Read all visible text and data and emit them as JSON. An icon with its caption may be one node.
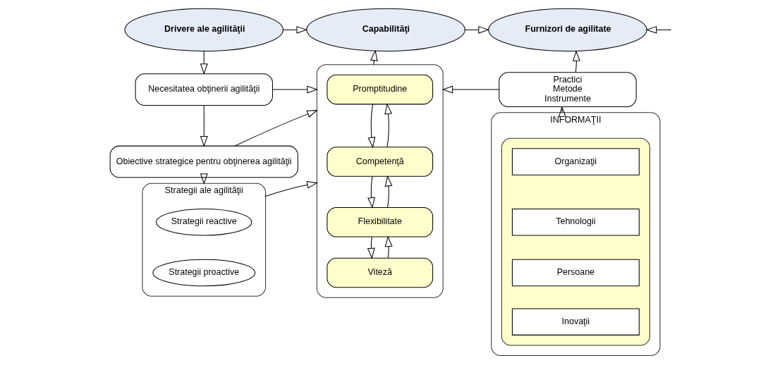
{
  "diagram": {
    "nodes": [
      {
        "text": [
          "Drivere ale agilităţii"
        ]
      },
      {
        "text": [
          "Capabilităţi"
        ]
      },
      {
        "text": [
          "Furnizori de agilitate"
        ]
      },
      {
        "text": [
          "Necesitatea obţinerii agilităţii"
        ]
      },
      {
        "text": [
          "Obiective strategice pentru obţinerea agilităţii"
        ]
      },
      {
        "text": [
          "Strategii ale agilităţii"
        ]
      },
      {
        "text": [
          "Strategii reactive"
        ],
        "in": 5
      },
      {
        "text": [
          "Strategii proactive"
        ],
        "in": 5
      },
      {
        "text": [],
        "shape": "box"
      },
      {
        "text": [
          "Promptitudine"
        ],
        "in": 8
      },
      {
        "text": [
          "Competenţă"
        ],
        "in": 8
      },
      {
        "text": [
          "Flexibilitate"
        ],
        "in": 8
      },
      {
        "text": [
          "Viteză"
        ],
        "in": 8
      },
      {
        "text": [
          "Practici",
          "Metode",
          "Instrumente"
        ]
      },
      {
        "text": [
          "INFORMAŢII"
        ]
      },
      {
        "text": [],
        "shape": "box",
        "in": 14
      },
      {
        "text": [
          "Organizaţii"
        ],
        "in": 15
      },
      {
        "text": [
          "Tehnologii"
        ],
        "in": 15
      },
      {
        "text": [
          "Persoane"
        ],
        "in": 15
      },
      {
        "text": [
          "Inovaţii"
        ],
        "in": 15
      }
    ],
    "edges": [
      {
        "from": 0,
        "to": 1,
        "arrow": "to"
      },
      {
        "from": 1,
        "to": 2,
        "arrow": "to"
      },
      {
        "from": 0,
        "to": 3,
        "arrow": "to"
      },
      {
        "from": 3,
        "to": 4,
        "arrow": "to"
      },
      {
        "from": 4,
        "to": 5,
        "arrow": "to"
      },
      {
        "from": 3,
        "to": 8,
        "arrow": "to"
      },
      {
        "from": 4,
        "to": 8,
        "arrow": "to"
      },
      {
        "from": 5,
        "to": 8,
        "arrow": "to"
      },
      {
        "from": 8,
        "to": 1,
        "arrow": "to"
      },
      {
        "from": null,
        "to": 2,
        "arrow": "to"
      },
      {
        "from": 9,
        "to": 10,
        "arrow": "to"
      },
      {
        "from": 10,
        "to": 9,
        "arrow": "to"
      },
      {
        "from": 10,
        "to": 11,
        "arrow": "to"
      },
      {
        "from": 11,
        "to": 10,
        "arrow": "to"
      },
      {
        "from": 11,
        "to": 12,
        "arrow": "to"
      },
      {
        "from": 12,
        "to": 11,
        "arrow": "to"
      },
      {
        "from": 13,
        "to": 8,
        "arrow": "to"
      },
      {
        "from": 13,
        "to": 2,
        "arrow": "to"
      },
      {
        "from": 14,
        "to": 13,
        "arrow": "to"
      }
    ]
  }
}
